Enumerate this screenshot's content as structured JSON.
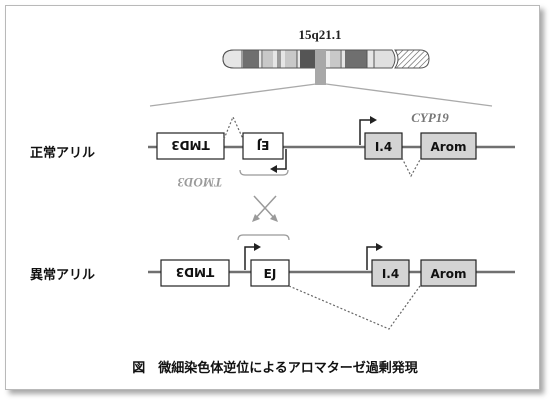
{
  "band_label": "15q21.1",
  "normal": {
    "row_label": "正常アリル",
    "gene_tmd3": "TMD3",
    "gene_ej": "EJ",
    "gene_i4": "I.4",
    "gene_arom": "Arom",
    "label_cyp19": "CYP19",
    "label_tmod3": "TMOD3"
  },
  "abnormal": {
    "row_label": "異常アリル",
    "gene_tmd3": "TMD3",
    "gene_ej": "EJ",
    "gene_i4": "I.4",
    "gene_arom": "Arom"
  },
  "caption": "図　微細染色体逆位によるアロマターゼ過剰発現",
  "colors": {
    "line": "#6e6e6e",
    "gray_box": "#d4d4d4",
    "chromosome_dark": "#707070",
    "chromosome_mid": "#b5b5b5",
    "text": "#111111",
    "light": "#999999"
  }
}
